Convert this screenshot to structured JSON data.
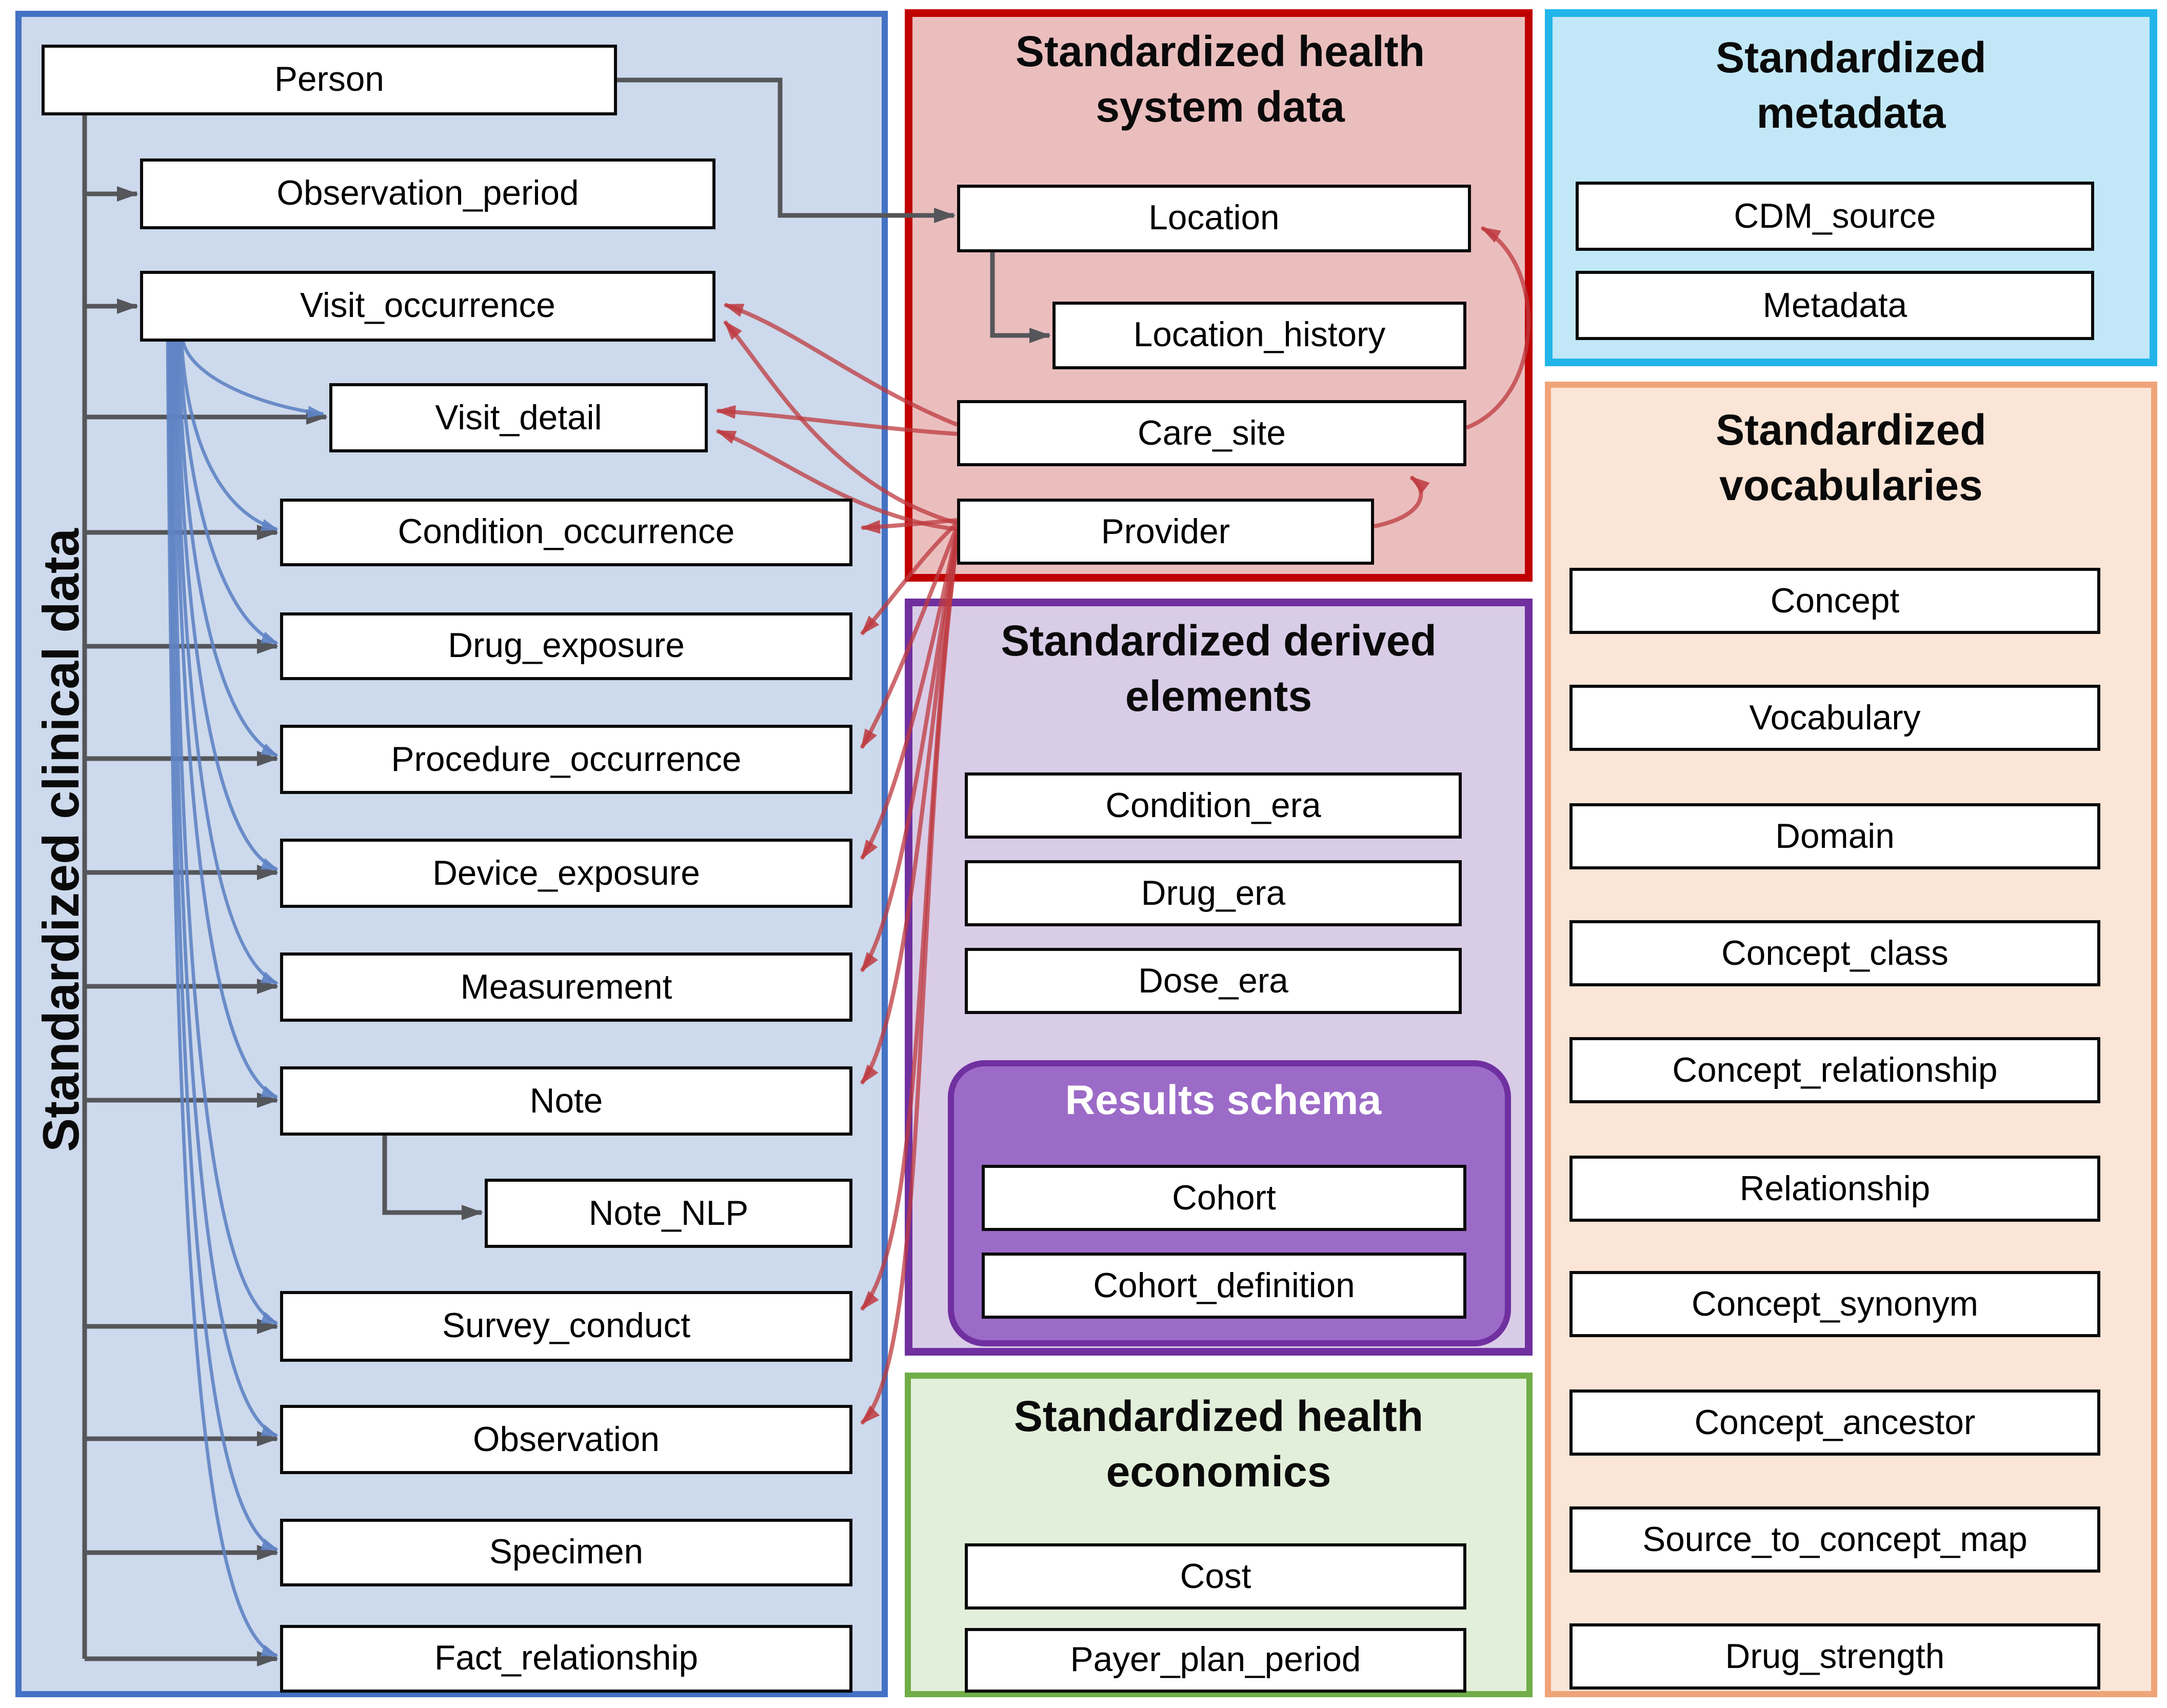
{
  "panels": {
    "clinical": {
      "title": "Standardized clinical data",
      "tables": [
        "Person",
        "Observation_period",
        "Visit_occurrence",
        "Visit_detail",
        "Condition_occurrence",
        "Drug_exposure",
        "Procedure_occurrence",
        "Device_exposure",
        "Measurement",
        "Note",
        "Note_NLP",
        "Survey_conduct",
        "Observation",
        "Specimen",
        "Fact_relationship"
      ]
    },
    "health_system": {
      "title": "Standardized health system data",
      "tables": [
        "Location",
        "Location_history",
        "Care_site",
        "Provider"
      ]
    },
    "metadata": {
      "title": "Standardized metadata",
      "tables": [
        "CDM_source",
        "Metadata"
      ]
    },
    "vocabularies": {
      "title": "Standardized vocabularies",
      "tables": [
        "Concept",
        "Vocabulary",
        "Domain",
        "Concept_class",
        "Concept_relationship",
        "Relationship",
        "Concept_synonym",
        "Concept_ancestor",
        "Source_to_concept_map",
        "Drug_strength"
      ]
    },
    "derived": {
      "title": "Standardized derived elements",
      "tables": [
        "Condition_era",
        "Drug_era",
        "Dose_era"
      ],
      "results_schema": {
        "title": "Results schema",
        "tables": [
          "Cohort",
          "Cohort_definition"
        ]
      }
    },
    "economics": {
      "title": "Standardized health economics",
      "tables": [
        "Cost",
        "Payer_plan_period"
      ]
    }
  },
  "colors": {
    "clinical_border": "#4472C4",
    "clinical_fill": "#CDD9EC",
    "health_system_border": "#C00000",
    "health_system_fill": "#EBBEBE",
    "metadata_border": "#22B5EA",
    "metadata_fill": "#C2E8F8",
    "vocabularies_border": "#EFA478",
    "vocabularies_fill": "#FBE5D6",
    "derived_border": "#7030A0",
    "derived_fill": "#D9CCE7",
    "results_schema_fill": "#9C6BC8",
    "economics_border": "#70AD47",
    "economics_fill": "#E2EFDA",
    "person_arrows": "#55565A",
    "visit_arrows": "#5F83C4",
    "provider_arrows": "#BE3A3F"
  }
}
